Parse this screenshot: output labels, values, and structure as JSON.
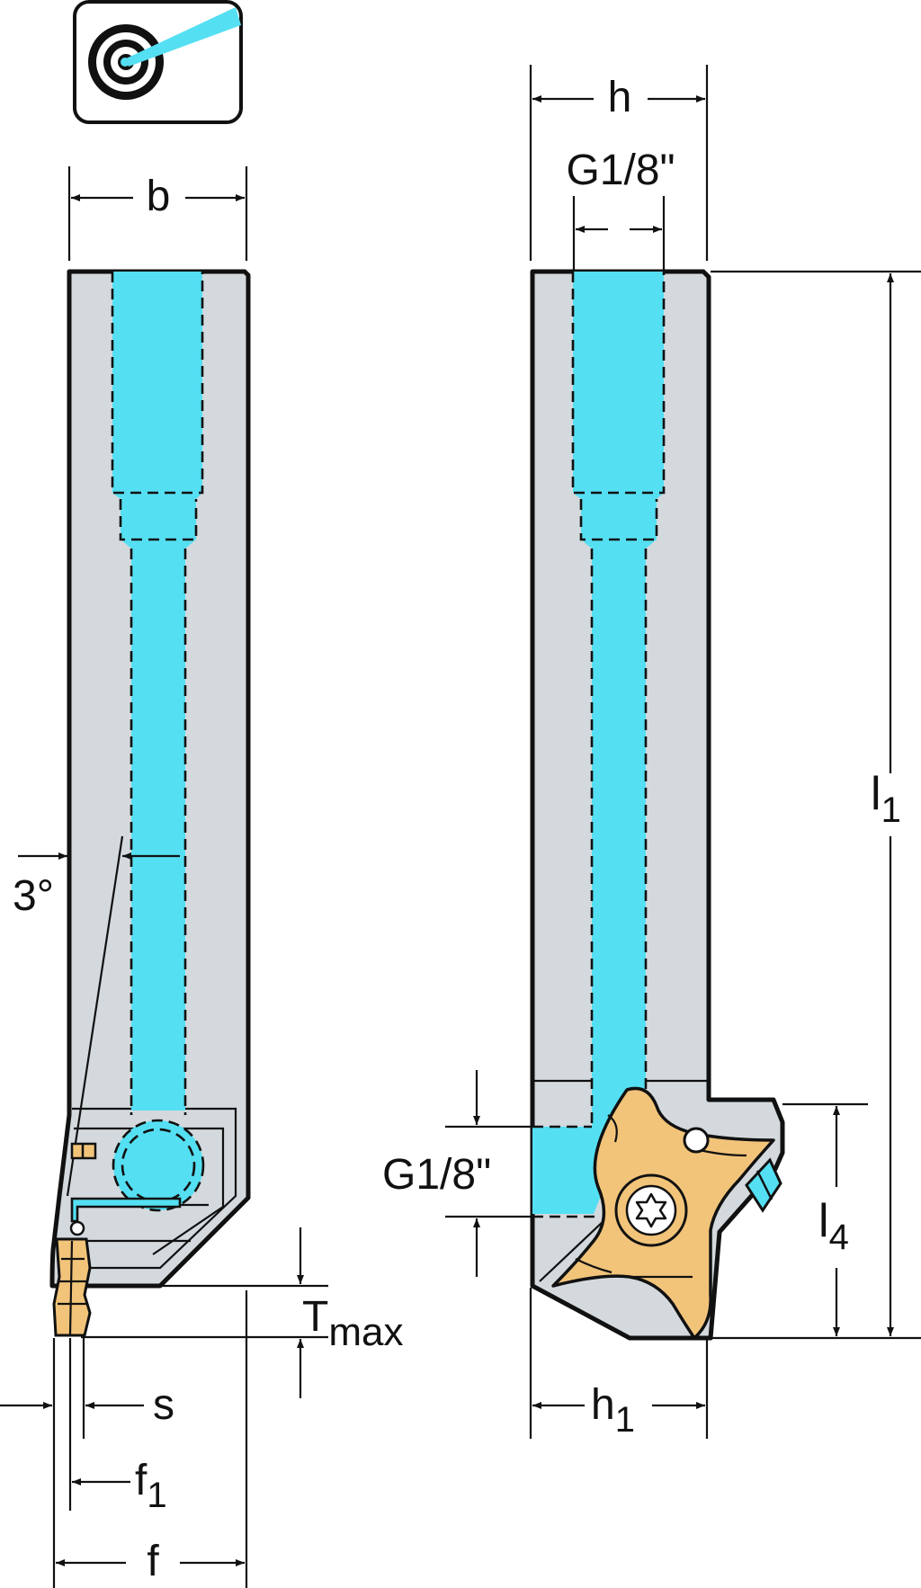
{
  "colors": {
    "body": "#d3d9dd",
    "coolant": "#55dff2",
    "insert": "#f2c47a",
    "line": "#111111",
    "background": "#ffffff"
  },
  "icon": {
    "name": "coolant-target-icon"
  },
  "labels": {
    "b": "b",
    "h": "h",
    "g_top": "G1/8\"",
    "g_side": "G1/8\"",
    "angle": "3°",
    "l1": "l",
    "l1_sub": "1",
    "l4": "l",
    "l4_sub": "4",
    "h1": "h",
    "h1_sub": "1",
    "tmax": "T",
    "tmax_sub": "max",
    "s": "s",
    "f1": "f",
    "f1_sub": "1",
    "f": "f"
  }
}
